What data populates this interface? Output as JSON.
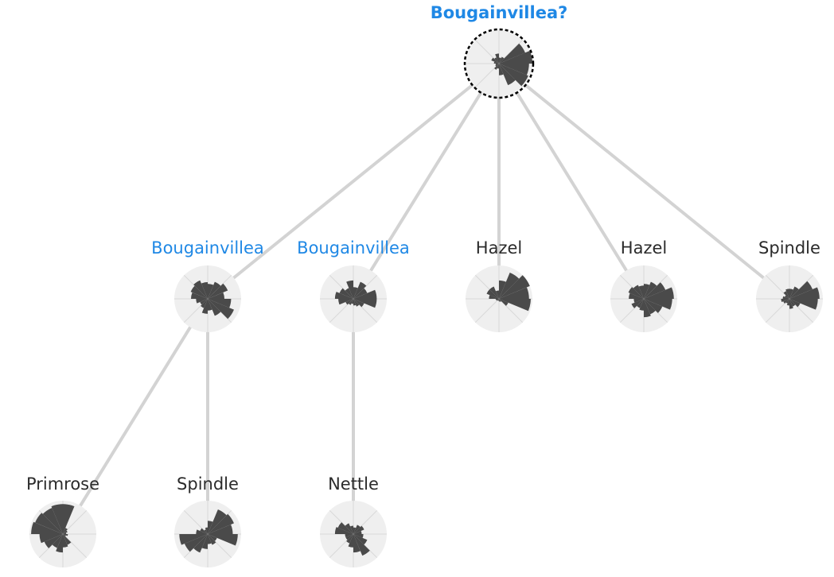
{
  "colors": {
    "label_default": "#2b2b2b",
    "label_highlight": "#1f88e5",
    "edge": "#d3d3d3",
    "glyph_bg": "#efefef",
    "glyph_grid": "#d8d8d8",
    "glyph_fill": "#4a4a4a",
    "root_ring": "#000000"
  },
  "root": {
    "label": "Bougainvillea?",
    "highlight": true,
    "emphasis": "bold",
    "petals": [
      0.18,
      0.22,
      0.85,
      1.0,
      0.9,
      0.95,
      0.7,
      0.35,
      0.15,
      0.2,
      0.12,
      0.1,
      0.15,
      0.25,
      0.2,
      0.3
    ]
  },
  "level1": [
    {
      "id": "b1",
      "label": "Bougainvillea",
      "highlight": true,
      "petals": [
        0.45,
        0.55,
        0.65,
        0.5,
        0.7,
        0.85,
        0.55,
        0.35,
        0.45,
        0.3,
        0.25,
        0.35,
        0.5,
        0.55,
        0.6,
        0.5
      ]
    },
    {
      "id": "b2",
      "label": "Bougainvillea",
      "highlight": true,
      "petals": [
        0.35,
        0.55,
        0.45,
        0.7,
        0.7,
        0.35,
        0.25,
        0.2,
        0.15,
        0.2,
        0.25,
        0.45,
        0.55,
        0.45,
        0.35,
        0.55
      ]
    },
    {
      "id": "h1",
      "label": "Hazel",
      "highlight": false,
      "petals": [
        0.55,
        0.85,
        1.0,
        0.9,
        0.95,
        0.3,
        0.1,
        0.08,
        0.06,
        0.06,
        0.08,
        0.1,
        0.3,
        0.4,
        0.4,
        0.25
      ]
    },
    {
      "id": "h2",
      "label": "Hazel",
      "highlight": false,
      "petals": [
        0.45,
        0.55,
        0.7,
        0.9,
        0.85,
        0.6,
        0.5,
        0.55,
        0.35,
        0.3,
        0.4,
        0.3,
        0.45,
        0.5,
        0.45,
        0.4
      ]
    },
    {
      "id": "s1",
      "label": "Spindle",
      "highlight": false,
      "petals": [
        0.3,
        0.4,
        0.75,
        0.9,
        0.85,
        0.35,
        0.25,
        0.3,
        0.2,
        0.15,
        0.2,
        0.25,
        0.2,
        0.15,
        0.25,
        0.3
      ]
    }
  ],
  "level2": [
    {
      "id": "p1",
      "parent": "b1",
      "label": "Primrose",
      "highlight": false,
      "petals": [
        0.9,
        0.2,
        0.15,
        0.1,
        0.15,
        0.1,
        0.35,
        0.4,
        0.55,
        0.45,
        0.6,
        0.7,
        0.95,
        0.9,
        0.85,
        0.9
      ]
    },
    {
      "id": "sp2",
      "parent": "b1",
      "label": "Spindle",
      "highlight": false,
      "petals": [
        0.4,
        0.8,
        0.85,
        0.75,
        0.9,
        0.3,
        0.35,
        0.3,
        0.45,
        0.6,
        0.75,
        0.85,
        0.35,
        0.25,
        0.15,
        0.2
      ]
    },
    {
      "id": "n1",
      "parent": "b2",
      "label": "Nettle",
      "highlight": false,
      "petals": [
        0.2,
        0.3,
        0.35,
        0.25,
        0.3,
        0.45,
        0.7,
        0.55,
        0.4,
        0.3,
        0.25,
        0.25,
        0.55,
        0.5,
        0.35,
        0.25
      ]
    }
  ]
}
